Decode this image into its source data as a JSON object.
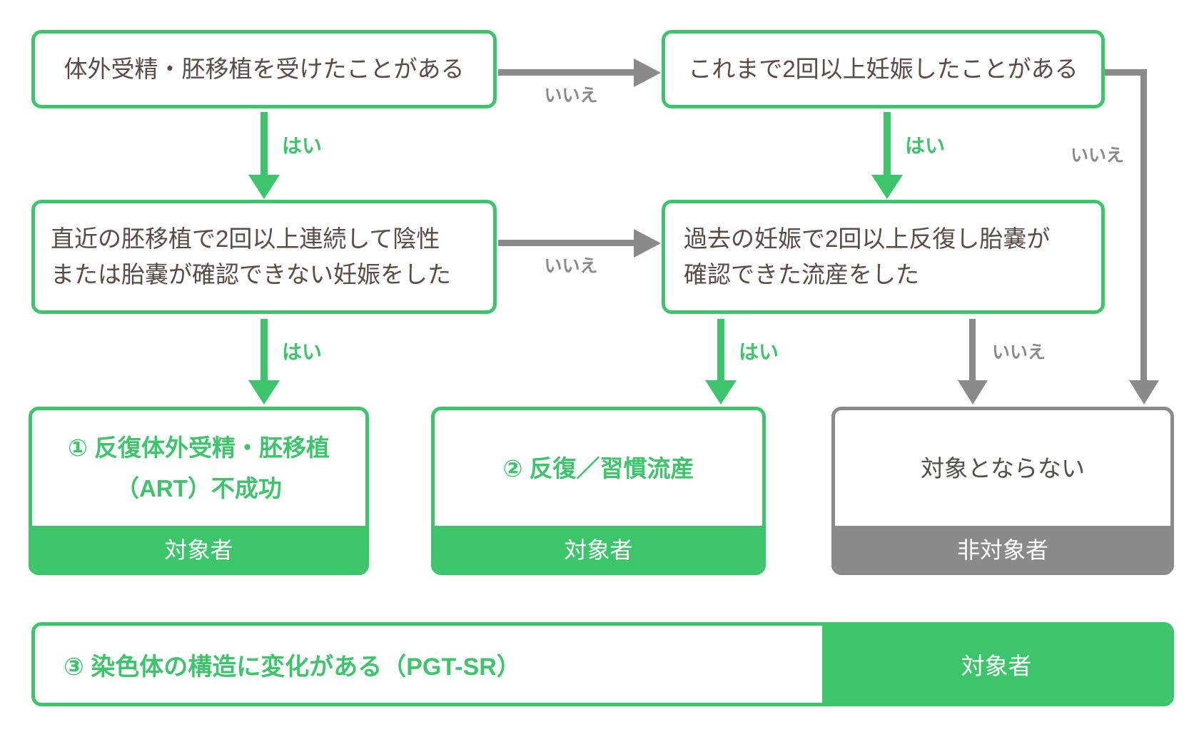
{
  "colors": {
    "green": "#3cc56a",
    "gray": "#8a8a8a",
    "question_text": "#594b46",
    "neutral_text": "#534e4b",
    "badge_text": "#ffffff",
    "background": "#ffffff"
  },
  "boxes": {
    "q1": {
      "text": "体外受精・胚移植を受けたことがある"
    },
    "q2": {
      "text": "これまで2回以上妊娠したことがある"
    },
    "q3": {
      "line1": "直近の胚移植で2回以上連続して陰性",
      "line2": "または胎嚢が確認できない妊娠をした"
    },
    "q4": {
      "line1": "過去の妊娠で2回以上反復し胎嚢が",
      "line2": "確認できた流産をした"
    },
    "result1": {
      "title_line1": "① 反復体外受精・胚移植",
      "title_line2": "（ART）不成功",
      "badge": "対象者"
    },
    "result2": {
      "title": "② 反復／習慣流産",
      "badge": "対象者"
    },
    "result3": {
      "title": "対象とならない",
      "badge": "非対象者"
    },
    "pgt_sr": {
      "title": "③ 染色体の構造に変化がある（PGT-SR）",
      "badge": "対象者"
    }
  },
  "labels": {
    "yes": "はい",
    "no": "いいえ"
  }
}
